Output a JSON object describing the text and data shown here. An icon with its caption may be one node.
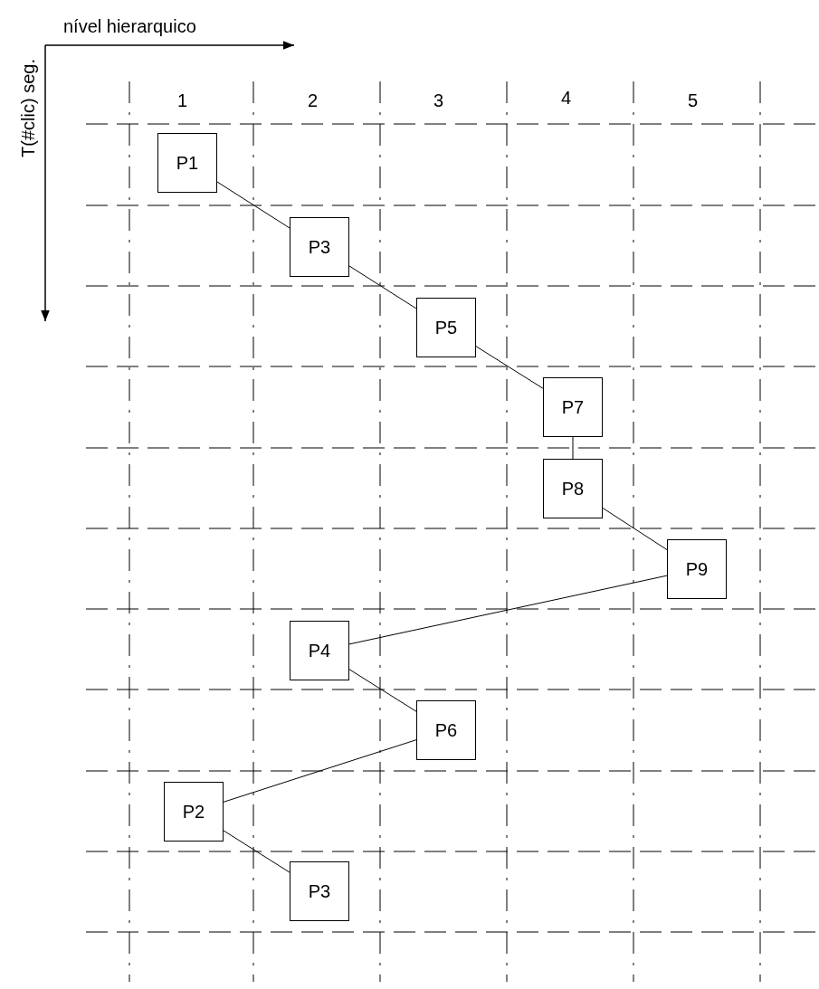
{
  "diagram": {
    "nodes": [
      {
        "text": [
          "P1"
        ]
      },
      {
        "text": [
          "P3"
        ]
      },
      {
        "text": [
          "P5"
        ]
      },
      {
        "text": [
          "P7"
        ]
      },
      {
        "text": [
          "P8"
        ]
      },
      {
        "text": [
          "P9"
        ]
      },
      {
        "text": [
          "P4"
        ]
      },
      {
        "text": [
          "P6"
        ]
      },
      {
        "text": [
          "P2"
        ]
      },
      {
        "text": [
          "P3"
        ]
      }
    ],
    "edges": [
      {
        "from": 0,
        "to": 1,
        "arrow": "none"
      },
      {
        "from": 1,
        "to": 2,
        "arrow": "none"
      },
      {
        "from": 2,
        "to": 3,
        "arrow": "none"
      },
      {
        "from": 3,
        "to": 4,
        "arrow": "none"
      },
      {
        "from": 4,
        "to": 5,
        "arrow": "none"
      },
      {
        "from": 5,
        "to": 6,
        "arrow": "none"
      },
      {
        "from": 6,
        "to": 7,
        "arrow": "none"
      },
      {
        "from": 7,
        "to": 8,
        "arrow": "none"
      },
      {
        "from": 8,
        "to": 9,
        "arrow": "none"
      }
    ],
    "labels": [
      "nível hierarquico",
      "T(#clic) seg.",
      "1",
      "2",
      "3",
      "4",
      "5"
    ]
  }
}
